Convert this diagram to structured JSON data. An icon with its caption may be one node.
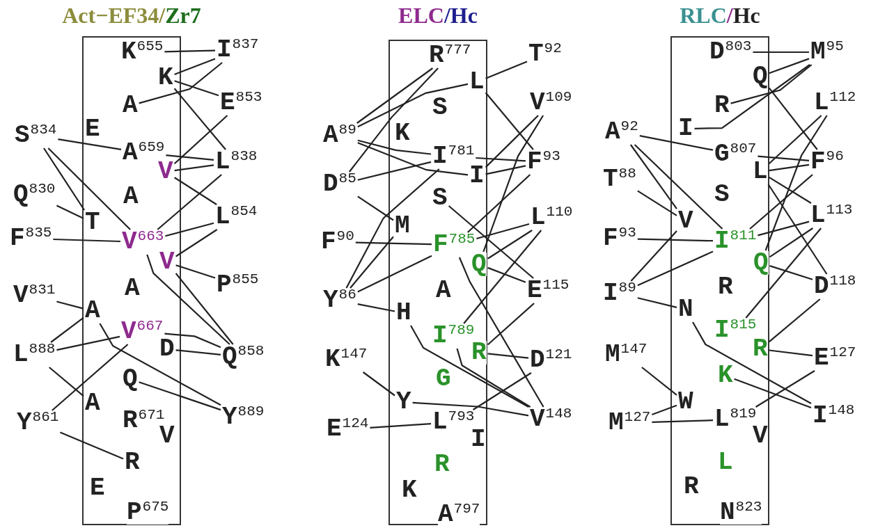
{
  "diagram": {
    "nodes": [
      {
        "text": [
          "Act−EF34/Zr7"
        ]
      },
      {
        "text": [
          "K$^{655}$"
        ],
        "in": 0
      },
      {
        "text": [
          "K"
        ],
        "in": 0
      },
      {
        "text": [
          "A"
        ],
        "in": 0
      },
      {
        "text": [
          "E"
        ],
        "in": 0
      },
      {
        "text": [
          "A$^{659}$"
        ],
        "in": 0
      },
      {
        "text": [
          "V"
        ],
        "in": 0
      },
      {
        "text": [
          "A"
        ],
        "in": 0
      },
      {
        "text": [
          "T"
        ],
        "in": 0
      },
      {
        "text": [
          "V$^{663}$"
        ],
        "in": 0
      },
      {
        "text": [
          "V"
        ],
        "in": 0
      },
      {
        "text": [
          "A"
        ],
        "in": 0
      },
      {
        "text": [
          "A"
        ],
        "in": 0
      },
      {
        "text": [
          "V$^{667}$"
        ],
        "in": 0
      },
      {
        "text": [
          "D"
        ],
        "in": 0
      },
      {
        "text": [
          "Q"
        ],
        "in": 0
      },
      {
        "text": [
          "A"
        ],
        "in": 0
      },
      {
        "text": [
          "R$^{671}$"
        ],
        "in": 0
      },
      {
        "text": [
          "V"
        ],
        "in": 0
      },
      {
        "text": [
          "R"
        ],
        "in": 0
      },
      {
        "text": [
          "E"
        ],
        "in": 0
      },
      {
        "text": [
          "P$^{675}$"
        ],
        "in": 0
      },
      {
        "text": [
          "S$^{834}$"
        ]
      },
      {
        "text": [
          "Q$^{830}$"
        ]
      },
      {
        "text": [
          "F$^{835}$"
        ]
      },
      {
        "text": [
          "V$^{831}$"
        ]
      },
      {
        "text": [
          "L$^{888}$"
        ]
      },
      {
        "text": [
          "Y$^{861}$"
        ]
      },
      {
        "text": [
          "I$^{837}$"
        ]
      },
      {
        "text": [
          "E$^{853}$"
        ]
      },
      {
        "text": [
          "L$^{838}$"
        ]
      },
      {
        "text": [
          "L$^{854}$"
        ]
      },
      {
        "text": [
          "P$^{855}$"
        ]
      },
      {
        "text": [
          "Q$^{858}$"
        ]
      },
      {
        "text": [
          "Y$^{889}$"
        ]
      },
      {
        "text": [
          "ELC/Hc"
        ]
      },
      {
        "text": [
          "R$^{777}$"
        ],
        "in": 35
      },
      {
        "text": [
          "L"
        ],
        "in": 35
      },
      {
        "text": [
          "S"
        ],
        "in": 35
      },
      {
        "text": [
          "K"
        ],
        "in": 35
      },
      {
        "text": [
          "I$^{781}$"
        ],
        "in": 35
      },
      {
        "text": [
          "I"
        ],
        "in": 35
      },
      {
        "text": [
          "S"
        ],
        "in": 35
      },
      {
        "text": [
          "M"
        ],
        "in": 35
      },
      {
        "text": [
          "F$^{785}$"
        ],
        "in": 35
      },
      {
        "text": [
          "Q"
        ],
        "in": 35
      },
      {
        "text": [
          "A"
        ],
        "in": 35
      },
      {
        "text": [
          "H"
        ],
        "in": 35
      },
      {
        "text": [
          "I$^{789}$"
        ],
        "in": 35
      },
      {
        "text": [
          "R"
        ],
        "in": 35
      },
      {
        "text": [
          "G"
        ],
        "in": 35
      },
      {
        "text": [
          "Y"
        ],
        "in": 35
      },
      {
        "text": [
          "L$^{793}$"
        ],
        "in": 35
      },
      {
        "text": [
          "I"
        ],
        "in": 35
      },
      {
        "text": [
          "R"
        ],
        "in": 35
      },
      {
        "text": [
          "K"
        ],
        "in": 35
      },
      {
        "text": [
          "A$^{797}$"
        ],
        "in": 35
      },
      {
        "text": [
          "A$^{89}$"
        ]
      },
      {
        "text": [
          "D$^{85}$"
        ]
      },
      {
        "text": [
          "F$^{90}$"
        ]
      },
      {
        "text": [
          "Y$^{86}$"
        ]
      },
      {
        "text": [
          "K$^{147}$"
        ]
      },
      {
        "text": [
          "E$^{124}$"
        ]
      },
      {
        "text": [
          "T$^{92}$"
        ]
      },
      {
        "text": [
          "V$^{109}$"
        ]
      },
      {
        "text": [
          "F$^{93}$"
        ]
      },
      {
        "text": [
          "L$^{110}$"
        ]
      },
      {
        "text": [
          "E$^{115}$"
        ]
      },
      {
        "text": [
          "D$^{121}$"
        ]
      },
      {
        "text": [
          "V$^{148}$"
        ]
      },
      {
        "text": [
          "RLC/Hc"
        ]
      },
      {
        "text": [
          "D$^{803}$"
        ],
        "in": 70
      },
      {
        "text": [
          "Q"
        ],
        "in": 70
      },
      {
        "text": [
          "R"
        ],
        "in": 70
      },
      {
        "text": [
          "I"
        ],
        "in": 70
      },
      {
        "text": [
          "G$^{807}$"
        ],
        "in": 70
      },
      {
        "text": [
          "L"
        ],
        "in": 70
      },
      {
        "text": [
          "S"
        ],
        "in": 70
      },
      {
        "text": [
          "V"
        ],
        "in": 70
      },
      {
        "text": [
          "I$^{811}$"
        ],
        "in": 70
      },
      {
        "text": [
          "Q"
        ],
        "in": 70
      },
      {
        "text": [
          "R"
        ],
        "in": 70
      },
      {
        "text": [
          "N"
        ],
        "in": 70
      },
      {
        "text": [
          "I$^{815}$"
        ],
        "in": 70
      },
      {
        "text": [
          "R"
        ],
        "in": 70
      },
      {
        "text": [
          "K"
        ],
        "in": 70
      },
      {
        "text": [
          "W"
        ],
        "in": 70
      },
      {
        "text": [
          "L$^{819}$"
        ],
        "in": 70
      },
      {
        "text": [
          "V"
        ],
        "in": 70
      },
      {
        "text": [
          "L"
        ],
        "in": 70
      },
      {
        "text": [
          "R"
        ],
        "in": 70
      },
      {
        "text": [
          "N$^{823}$"
        ],
        "in": 70
      },
      {
        "text": [
          "A$^{92}$"
        ]
      },
      {
        "text": [
          "T$^{88}$"
        ]
      },
      {
        "text": [
          "F$^{93}$"
        ]
      },
      {
        "text": [
          "I$^{89}$"
        ]
      },
      {
        "text": [
          "M$^{147}$"
        ]
      },
      {
        "text": [
          "M$^{127}$"
        ]
      },
      {
        "text": [
          "M$^{95}$"
        ]
      },
      {
        "text": [
          "L$^{112}$"
        ]
      },
      {
        "text": [
          "F$^{96}$"
        ]
      },
      {
        "text": [
          "L$^{113}$"
        ]
      },
      {
        "text": [
          "D$^{118}$"
        ]
      },
      {
        "text": [
          "E$^{127}$"
        ]
      },
      {
        "text": [
          "I$^{148}$"
        ]
      }
    ],
    "edges": [
      {
        "from": 1,
        "to": 28,
        "arrow": "none"
      },
      {
        "from": 2,
        "to": 28,
        "arrow": "none"
      },
      {
        "from": 3,
        "to": 28,
        "arrow": "none"
      },
      {
        "from": 2,
        "to": 29,
        "arrow": "none"
      },
      {
        "from": 2,
        "to": 30,
        "arrow": "none"
      },
      {
        "from": 6,
        "to": 29,
        "arrow": "none"
      },
      {
        "from": 5,
        "to": 30,
        "arrow": "none"
      },
      {
        "from": 22,
        "to": 5,
        "arrow": "none"
      },
      {
        "from": 6,
        "to": 30,
        "arrow": "none"
      },
      {
        "from": 6,
        "to": 31,
        "arrow": "none"
      },
      {
        "from": 9,
        "to": 30,
        "arrow": "none"
      },
      {
        "from": 9,
        "to": 31,
        "arrow": "none"
      },
      {
        "from": 10,
        "to": 31,
        "arrow": "none"
      },
      {
        "from": 10,
        "to": 32,
        "arrow": "none"
      },
      {
        "from": 10,
        "to": 33,
        "arrow": "none"
      },
      {
        "from": 9,
        "to": 33,
        "arrow": "none"
      },
      {
        "from": 13,
        "to": 33,
        "arrow": "none"
      },
      {
        "from": 14,
        "to": 33,
        "arrow": "none"
      },
      {
        "from": 25,
        "to": 12,
        "arrow": "none"
      },
      {
        "from": 26,
        "to": 12,
        "arrow": "none"
      },
      {
        "from": 26,
        "to": 13,
        "arrow": "none"
      },
      {
        "from": 26,
        "to": 16,
        "arrow": "none"
      },
      {
        "from": 27,
        "to": 13,
        "arrow": "none"
      },
      {
        "from": 12,
        "to": 34,
        "arrow": "none"
      },
      {
        "from": 15,
        "to": 34,
        "arrow": "none"
      },
      {
        "from": 27,
        "to": 19,
        "arrow": "none"
      },
      {
        "from": 22,
        "to": 8,
        "arrow": "none"
      },
      {
        "from": 22,
        "to": 9,
        "arrow": "none"
      },
      {
        "from": 23,
        "to": 8,
        "arrow": "none"
      },
      {
        "from": 24,
        "to": 9,
        "arrow": "none"
      },
      {
        "from": 37,
        "to": 63,
        "arrow": "none"
      },
      {
        "from": 57,
        "to": 36,
        "arrow": "none"
      },
      {
        "from": 57,
        "to": 37,
        "arrow": "none"
      },
      {
        "from": 57,
        "to": 40,
        "arrow": "none"
      },
      {
        "from": 57,
        "to": 41,
        "arrow": "none"
      },
      {
        "from": 58,
        "to": 36,
        "arrow": "none"
      },
      {
        "from": 58,
        "to": 40,
        "arrow": "none"
      },
      {
        "from": 58,
        "to": 43,
        "arrow": "none"
      },
      {
        "from": 60,
        "to": 43,
        "arrow": "none"
      },
      {
        "from": 60,
        "to": 40,
        "arrow": "none"
      },
      {
        "from": 60,
        "to": 44,
        "arrow": "none"
      },
      {
        "from": 59,
        "to": 44,
        "arrow": "none"
      },
      {
        "from": 60,
        "to": 47,
        "arrow": "none"
      },
      {
        "from": 61,
        "to": 51,
        "arrow": "none"
      },
      {
        "from": 62,
        "to": 52,
        "arrow": "none"
      },
      {
        "from": 51,
        "to": 69,
        "arrow": "none"
      },
      {
        "from": 47,
        "to": 69,
        "arrow": "none"
      },
      {
        "from": 48,
        "to": 69,
        "arrow": "none"
      },
      {
        "from": 44,
        "to": 69,
        "arrow": "none"
      },
      {
        "from": 49,
        "to": 68,
        "arrow": "none"
      },
      {
        "from": 52,
        "to": 68,
        "arrow": "none"
      },
      {
        "from": 49,
        "to": 67,
        "arrow": "none"
      },
      {
        "from": 42,
        "to": 67,
        "arrow": "none"
      },
      {
        "from": 45,
        "to": 67,
        "arrow": "none"
      },
      {
        "from": 44,
        "to": 66,
        "arrow": "none"
      },
      {
        "from": 48,
        "to": 66,
        "arrow": "none"
      },
      {
        "from": 45,
        "to": 66,
        "arrow": "none"
      },
      {
        "from": 41,
        "to": 64,
        "arrow": "none"
      },
      {
        "from": 45,
        "to": 64,
        "arrow": "none"
      },
      {
        "from": 37,
        "to": 65,
        "arrow": "none"
      },
      {
        "from": 40,
        "to": 65,
        "arrow": "none"
      },
      {
        "from": 41,
        "to": 65,
        "arrow": "none"
      },
      {
        "from": 44,
        "to": 65,
        "arrow": "none"
      },
      {
        "from": 71,
        "to": 98,
        "arrow": "none"
      },
      {
        "from": 72,
        "to": 98,
        "arrow": "none"
      },
      {
        "from": 73,
        "to": 98,
        "arrow": "none"
      },
      {
        "from": 74,
        "to": 98,
        "arrow": "none"
      },
      {
        "from": 72,
        "to": 100,
        "arrow": "none"
      },
      {
        "from": 75,
        "to": 100,
        "arrow": "none"
      },
      {
        "from": 76,
        "to": 100,
        "arrow": "none"
      },
      {
        "from": 76,
        "to": 99,
        "arrow": "none"
      },
      {
        "from": 80,
        "to": 99,
        "arrow": "none"
      },
      {
        "from": 76,
        "to": 101,
        "arrow": "none"
      },
      {
        "from": 79,
        "to": 101,
        "arrow": "none"
      },
      {
        "from": 79,
        "to": 100,
        "arrow": "none"
      },
      {
        "from": 76,
        "to": 102,
        "arrow": "none"
      },
      {
        "from": 80,
        "to": 101,
        "arrow": "none"
      },
      {
        "from": 83,
        "to": 101,
        "arrow": "none"
      },
      {
        "from": 80,
        "to": 102,
        "arrow": "none"
      },
      {
        "from": 84,
        "to": 102,
        "arrow": "none"
      },
      {
        "from": 84,
        "to": 103,
        "arrow": "none"
      },
      {
        "from": 87,
        "to": 103,
        "arrow": "none"
      },
      {
        "from": 82,
        "to": 104,
        "arrow": "none"
      },
      {
        "from": 85,
        "to": 104,
        "arrow": "none"
      },
      {
        "from": 95,
        "to": 82,
        "arrow": "none"
      },
      {
        "from": 95,
        "to": 78,
        "arrow": "none"
      },
      {
        "from": 95,
        "to": 79,
        "arrow": "none"
      },
      {
        "from": 92,
        "to": 75,
        "arrow": "none"
      },
      {
        "from": 92,
        "to": 78,
        "arrow": "none"
      },
      {
        "from": 92,
        "to": 79,
        "arrow": "none"
      },
      {
        "from": 93,
        "to": 78,
        "arrow": "none"
      },
      {
        "from": 94,
        "to": 79,
        "arrow": "none"
      },
      {
        "from": 96,
        "to": 86,
        "arrow": "none"
      },
      {
        "from": 97,
        "to": 86,
        "arrow": "none"
      },
      {
        "from": 97,
        "to": 87,
        "arrow": "none"
      }
    ]
  }
}
